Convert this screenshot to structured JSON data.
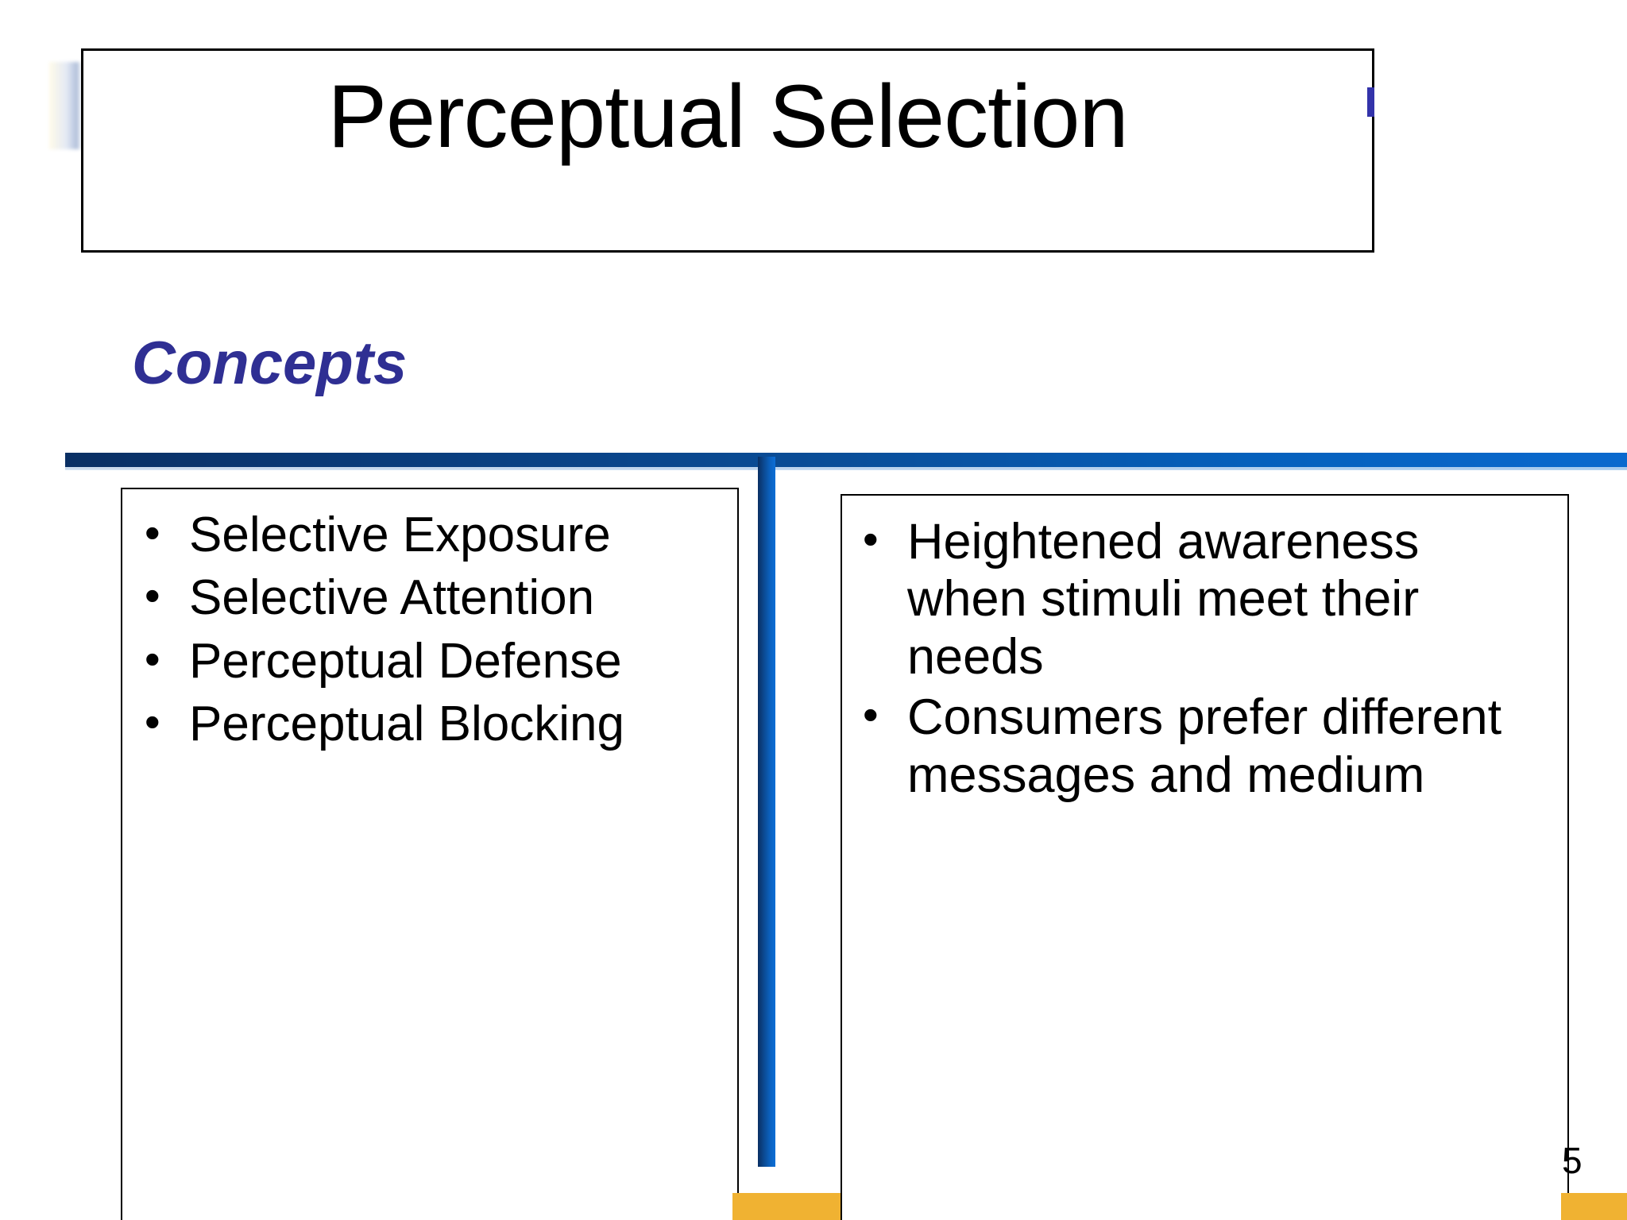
{
  "slide": {
    "title": "Perceptual Selection",
    "section_heading": "Concepts",
    "page_number": "5"
  },
  "left_panel": {
    "items": [
      {
        "label": "Selective Exposure",
        "state": "dim"
      },
      {
        "label": "Selective Attention",
        "state": "active"
      },
      {
        "label": "Perceptual Defense",
        "state": "dim"
      },
      {
        "label": "Perceptual Blocking",
        "state": "dim"
      }
    ]
  },
  "right_panel": {
    "items": [
      {
        "label": "Heightened awareness when stimuli meet their needs"
      },
      {
        "label": "Consumers prefer different messages and medium"
      }
    ]
  },
  "theme": {
    "heading_color": "#2f2f93",
    "bar_dark_blue": "#0a2f63",
    "bar_bright_blue": "#0a69ce",
    "accent_orange": "#f0b232",
    "dim_text": "#808080",
    "active_text": "#000000"
  }
}
